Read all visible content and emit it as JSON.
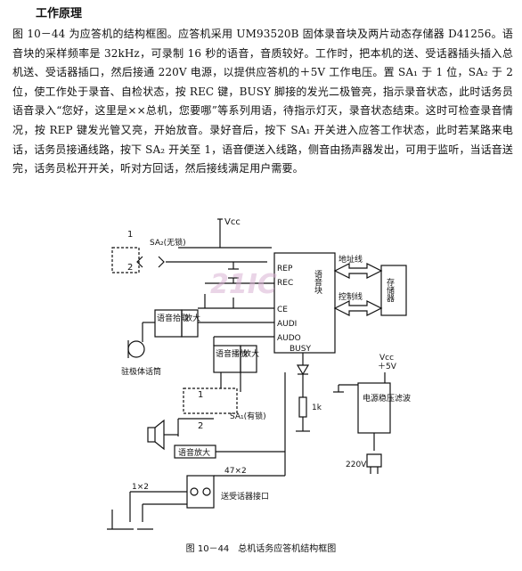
{
  "heading": "工作原理",
  "paragraph": "图 10－44 为应答机的结构框图。应答机采用 UM93520B 固体录音块及两片动态存储器 D41256。语音块的采样频率是 32kHz，可录制 16 秒的语音，音质较好。工作时，把本机的送、受话器插头插入总机送、受话器插口，然后接通 220V 电源，以提供应答机的＋5V 工作电压。置 SA₁ 于 1 位，SA₂ 于 2 位，使工作处于录音、自检状态，按 REC 键，BUSY 脚接的发光二极管亮，指示录音状态，此时话务员语音录入“您好，这里是××总机，您要哪”等系列用语，待指示灯灭，录音状态结束。这时可检查录音情况，按 REP 键发光管又亮，开始放音。录好音后，按下 SA₁ 开关进入应答工作状态，此时若某路来电话，话务员接通线路，按下 SA₂ 开关至 1，语音便送入线路，侧音由扬声器发出，可用于监听，当话音送完，话务员松开开关，听对方回话，然后接线满足用户需要。",
  "diagram": {
    "vcc_top": "Vcc",
    "sa2_label": "SA₂(无锁)",
    "pos_1a": "1",
    "pos_2a": "2",
    "pin_rep": "REP",
    "pin_rec": "REC",
    "pin_ce": "CE",
    "pin_audi": "AUDI",
    "pin_audo": "AUDO",
    "pin_busy": "BUSY",
    "chip_label": "语音块",
    "addr_bus": "地址线",
    "ctrl_bus": "控制线",
    "memory": "存储器",
    "pickup": "语音拾取",
    "amp1": "放大",
    "play": "语音播放",
    "amp2": "放大",
    "mic": "驻极体话筒",
    "sa1_label": "SA₁(有锁)",
    "pos_1b": "1",
    "pos_2b": "2",
    "resistor": "1k",
    "voice_amp": "语音放大",
    "x47": "47×2",
    "x1": "1×2",
    "jack": "送受话器接口",
    "vcc_right": "Vcc",
    "plus5v": "＋5V",
    "psu": "电源稳压滤波",
    "v220": "220V",
    "watermark": "21IC"
  },
  "caption": "图 10－44　总机话务应答机结构框图"
}
